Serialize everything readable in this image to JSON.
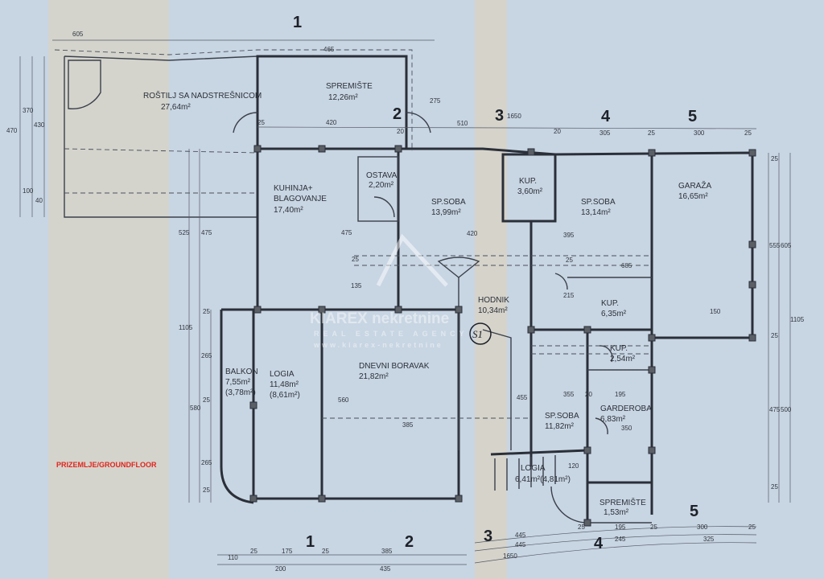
{
  "plan": {
    "floor_label": "PRIZEMLJE/GROUNDFLOOR",
    "watermark": {
      "brand": "KIAREX nekretnine",
      "tagline": "REAL ESTATE AGENCY",
      "site": "www.kiarex-nekretnine"
    },
    "section_marker": "S1",
    "axes": [
      "1",
      "2",
      "3",
      "4",
      "5"
    ],
    "rooms": [
      {
        "name": "ROŠTILJ SA NADSTREŠNICOM",
        "area": "27,64m²"
      },
      {
        "name": "SPREMIŠTE",
        "area": "12,26m²"
      },
      {
        "name": "OSTAVA",
        "area": "2,20m²"
      },
      {
        "name": "KUHINJA+",
        "name2": "BLAGOVANJE",
        "area": "17,40m²"
      },
      {
        "name": "SP.SOBA",
        "area": "13,99m²"
      },
      {
        "name": "KUP.",
        "area": "3,60m²"
      },
      {
        "name": "SP.SOBA",
        "area": "13,14m²"
      },
      {
        "name": "GARAŽA",
        "area": "16,65m²"
      },
      {
        "name": "HODNIK",
        "area": "10,34m²"
      },
      {
        "name": "KUP.",
        "area": "6,35m²"
      },
      {
        "name": "KUP.",
        "area": "2,54m²"
      },
      {
        "name": "BALKON",
        "area": "7,55m²",
        "net": "(3,78m²)"
      },
      {
        "name": "LOGIA",
        "area": "11,48m²",
        "net": "(8,61m²)"
      },
      {
        "name": "DNEVNI BORAVAK",
        "area": "21,82m²"
      },
      {
        "name": "SP.SOBA",
        "area": "11,82m²"
      },
      {
        "name": "GARDEROBA",
        "area": "6,83m²"
      },
      {
        "name": "LOGIA",
        "area": "6,41m²(4,81m²)"
      },
      {
        "name": "SPREMIŠTE",
        "area": "1,53m²"
      }
    ],
    "dims": {
      "top": [
        "605",
        "465",
        "420",
        "510",
        "1650",
        "20",
        "305",
        "25",
        "300",
        "25",
        "275",
        "25",
        "20"
      ],
      "left": [
        "470",
        "370",
        "430",
        "100",
        "40",
        "525",
        "475",
        "1105",
        "265",
        "580",
        "265",
        "25",
        "25",
        "25"
      ],
      "right": [
        "25",
        "555",
        "605",
        "1105",
        "150",
        "25",
        "475",
        "500",
        "25"
      ],
      "interior": [
        "475",
        "135",
        "420",
        "395",
        "685",
        "215",
        "25",
        "385",
        "560",
        "455",
        "355",
        "195",
        "350",
        "120",
        "20",
        "25"
      ],
      "bottom": [
        "110",
        "25",
        "175",
        "25",
        "200",
        "385",
        "435",
        "445",
        "445",
        "1650",
        "25",
        "195",
        "25",
        "245",
        "300",
        "325",
        "25"
      ]
    }
  }
}
